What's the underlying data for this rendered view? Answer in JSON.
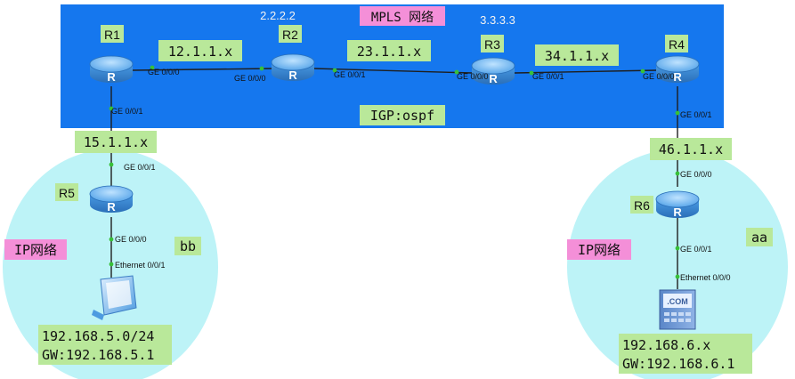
{
  "colors": {
    "mpls_area": "#1577ee",
    "ip_area": "#bdf3f7",
    "label_green": "#b9e89a",
    "label_pink": "#f48fd8",
    "router_body": "#3d8fd8",
    "link": "#222222",
    "port_dot": "#38c038"
  },
  "areas": {
    "mpls_label": "MPLS 网络",
    "igp_label": "IGP:ospf",
    "left_ip_label": "IP网络",
    "right_ip_label": "IP网络"
  },
  "routers": {
    "r1": "R1",
    "r2": "R2",
    "r3": "R3",
    "r4": "R4",
    "r5": "R5",
    "r6": "R6",
    "r2_id": "2.2.2.2",
    "r3_id": "3.3.3.3"
  },
  "subnets": {
    "r1_r2": "12.1.1.x",
    "r2_r3": "23.1.1.x",
    "r3_r4": "34.1.1.x",
    "r1_r5": "15.1.1.x",
    "r4_r6": "46.1.1.x"
  },
  "ports": {
    "r1_right": "GE 0/0/0",
    "r2_left": "GE 0/0/0",
    "r2_right": "GE 0/0/1",
    "r3_left": "GE 0/0/0",
    "r3_right": "GE 0/0/1",
    "r4_left": "GE 0/0/0",
    "r1_down": "GE 0/0/1",
    "r5_up": "GE 0/0/1",
    "r5_down": "GE 0/0/0",
    "pc_up": "Ethernet 0/0/1",
    "r4_down": "GE 0/0/1",
    "r6_up": "GE 0/0/0",
    "r6_down": "GE 0/0/1",
    "server_up": "Ethernet 0/0/0"
  },
  "hosts": {
    "left_name": "bb",
    "left_net": "192.168.5.0/24",
    "left_gw": "GW:192.168.5.1",
    "right_name": "aa",
    "right_net": "192.168.6.x",
    "right_gw": "GW:192.168.6.1",
    "server_badge": ".COM"
  }
}
